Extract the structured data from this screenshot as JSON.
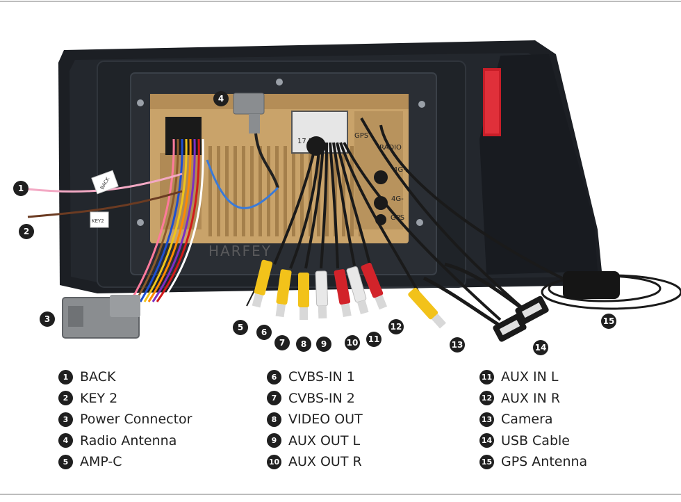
{
  "colors": {
    "badge": "#1f1f1f",
    "frame": "#1c1f24",
    "board": "#c9a36a",
    "connector_gray": "#8a8d90",
    "rca_yellow": "#f2c21a",
    "rca_white": "#e8e8e8",
    "rca_red": "#d2232a"
  },
  "photo": {
    "watermark": "HARFEY",
    "board_labels": [
      "GPS",
      "RADIO",
      "4G+",
      "4G-",
      "GPS",
      "17 RC"
    ],
    "tags": [
      "BACK",
      "KEY2"
    ],
    "callouts": [
      {
        "num": "1"
      },
      {
        "num": "2"
      },
      {
        "num": "3"
      },
      {
        "num": "4"
      },
      {
        "num": "5"
      },
      {
        "num": "6"
      },
      {
        "num": "7"
      },
      {
        "num": "8"
      },
      {
        "num": "9"
      },
      {
        "num": "10"
      },
      {
        "num": "11"
      },
      {
        "num": "12"
      },
      {
        "num": "13"
      },
      {
        "num": "14"
      },
      {
        "num": "15"
      }
    ]
  },
  "legend": {
    "col1": [
      {
        "num": "1",
        "label": "BACK"
      },
      {
        "num": "2",
        "label": "KEY 2"
      },
      {
        "num": "3",
        "label": "Power Connector"
      },
      {
        "num": "4",
        "label": "Radio Antenna"
      },
      {
        "num": "5",
        "label": "AMP-C"
      }
    ],
    "col2": [
      {
        "num": "6",
        "label": "CVBS-IN 1"
      },
      {
        "num": "7",
        "label": "CVBS-IN 2"
      },
      {
        "num": "8",
        "label": "VIDEO OUT"
      },
      {
        "num": "9",
        "label": "AUX OUT L"
      },
      {
        "num": "10",
        "label": "AUX OUT R"
      }
    ],
    "col3": [
      {
        "num": "11",
        "label": "AUX IN L"
      },
      {
        "num": "12",
        "label": "AUX IN R"
      },
      {
        "num": "13",
        "label": "Camera"
      },
      {
        "num": "14",
        "label": "USB Cable"
      },
      {
        "num": "15",
        "label": "GPS Antenna"
      }
    ]
  }
}
